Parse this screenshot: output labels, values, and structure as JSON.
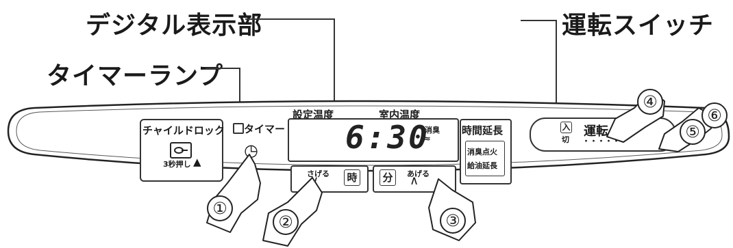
{
  "callouts": {
    "digital_display": "デジタル表示部",
    "timer_lamp": "タイマーランプ",
    "run_switch": "運転スイッチ"
  },
  "panel": {
    "child_lock": "チャイルドロック",
    "press_3sec": "3秒押し",
    "timer_label": "タイマー",
    "set_temp": "設定温度",
    "room_temp": "室内温度",
    "time_display": "6:30",
    "deodorize_label": "消臭",
    "down_label": "さげる",
    "hour_label": "時",
    "minute_label": "分",
    "up_label": "あげる",
    "time_extend": "時間延長",
    "deodorize_ignition": "消臭点火",
    "refuel_extend": "給油延長",
    "on_label": "入",
    "off_label": "切",
    "run_label": "運転",
    "indicator_dots": "・・・・・"
  },
  "steps": [
    "①",
    "②",
    "③",
    "④",
    "⑤",
    "⑥"
  ]
}
